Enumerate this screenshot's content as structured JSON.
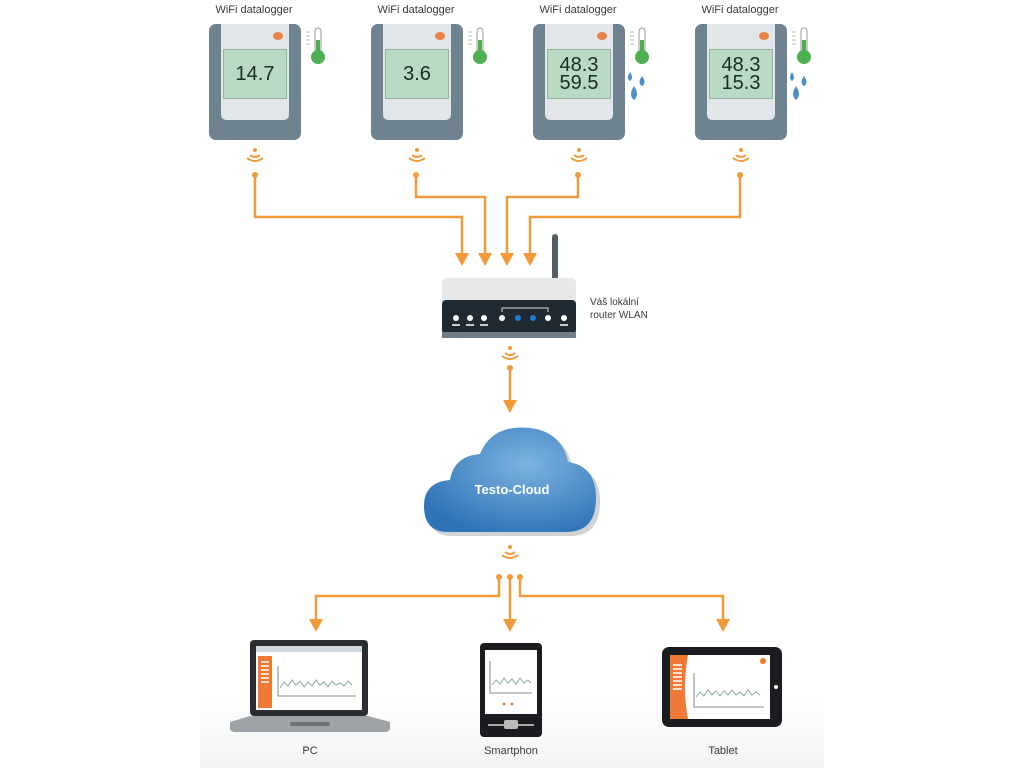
{
  "diagram": {
    "type": "network-topology",
    "colors": {
      "connector": "#f2993a",
      "logger_shell": "#6f8290",
      "lcd": "#b9d9c3",
      "cloud": "#3f86c6",
      "thermometer": "#4caf50",
      "drops": "#4f90c9",
      "chart_panel": "#ee7a35"
    },
    "loggers": [
      {
        "title": "WiFi datalogger",
        "lines": [
          "14.7"
        ],
        "icons": [
          "thermometer-icon"
        ]
      },
      {
        "title": "WiFi datalogger",
        "lines": [
          "3.6"
        ],
        "icons": [
          "thermometer-icon"
        ]
      },
      {
        "title": "WiFi datalogger",
        "lines": [
          "48.3",
          "59.5"
        ],
        "icons": [
          "thermometer-icon",
          "humidity-drops-icon"
        ]
      },
      {
        "title": "WiFi datalogger",
        "lines": [
          "48.3",
          "15.3"
        ],
        "icons": [
          "thermometer-icon",
          "humidity-drops-icon"
        ]
      }
    ],
    "router": {
      "label_line1": "Váš lokální",
      "label_line2": "router WLAN"
    },
    "cloud": {
      "label": "Testo-Cloud"
    },
    "devices": [
      {
        "label": "PC",
        "kind": "laptop"
      },
      {
        "label": "Smartphon",
        "kind": "phone"
      },
      {
        "label": "Tablet",
        "kind": "tablet"
      }
    ],
    "edges": [
      {
        "from": "logger-1",
        "to": "router"
      },
      {
        "from": "logger-2",
        "to": "router"
      },
      {
        "from": "logger-3",
        "to": "router"
      },
      {
        "from": "logger-4",
        "to": "router"
      },
      {
        "from": "router",
        "to": "cloud"
      },
      {
        "from": "cloud",
        "to": "PC"
      },
      {
        "from": "cloud",
        "to": "Smartphon"
      },
      {
        "from": "cloud",
        "to": "Tablet"
      }
    ]
  }
}
